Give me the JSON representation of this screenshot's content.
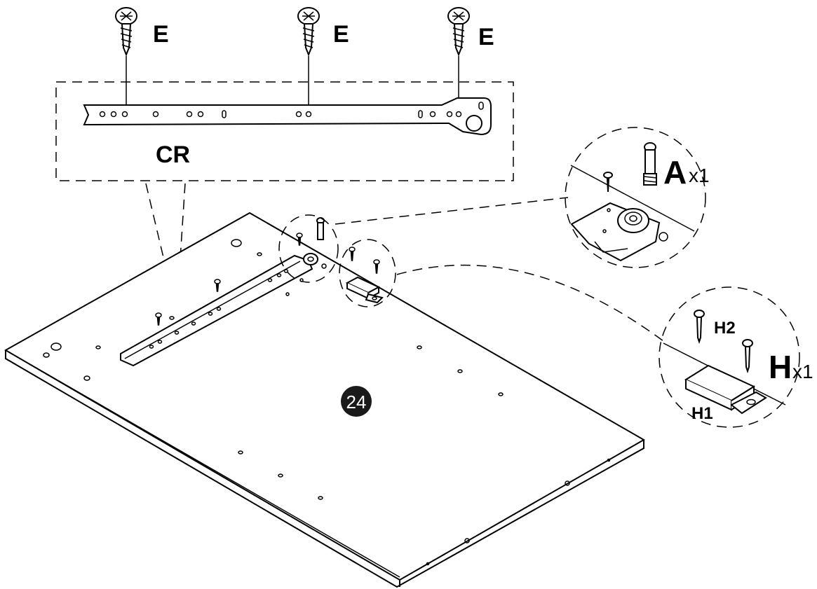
{
  "labels": {
    "screw_e_1": "E",
    "screw_e_2": "E",
    "screw_e_3": "E",
    "rail_part": "CR",
    "part_a": "A",
    "part_a_qty": "x1",
    "part_h": "H",
    "part_h_qty": "x1",
    "part_h1": "H1",
    "part_h2": "H2",
    "step_number": "24"
  },
  "colors": {
    "ink": "#000000",
    "paper": "#ffffff",
    "step_badge": "#1a1a1a"
  }
}
